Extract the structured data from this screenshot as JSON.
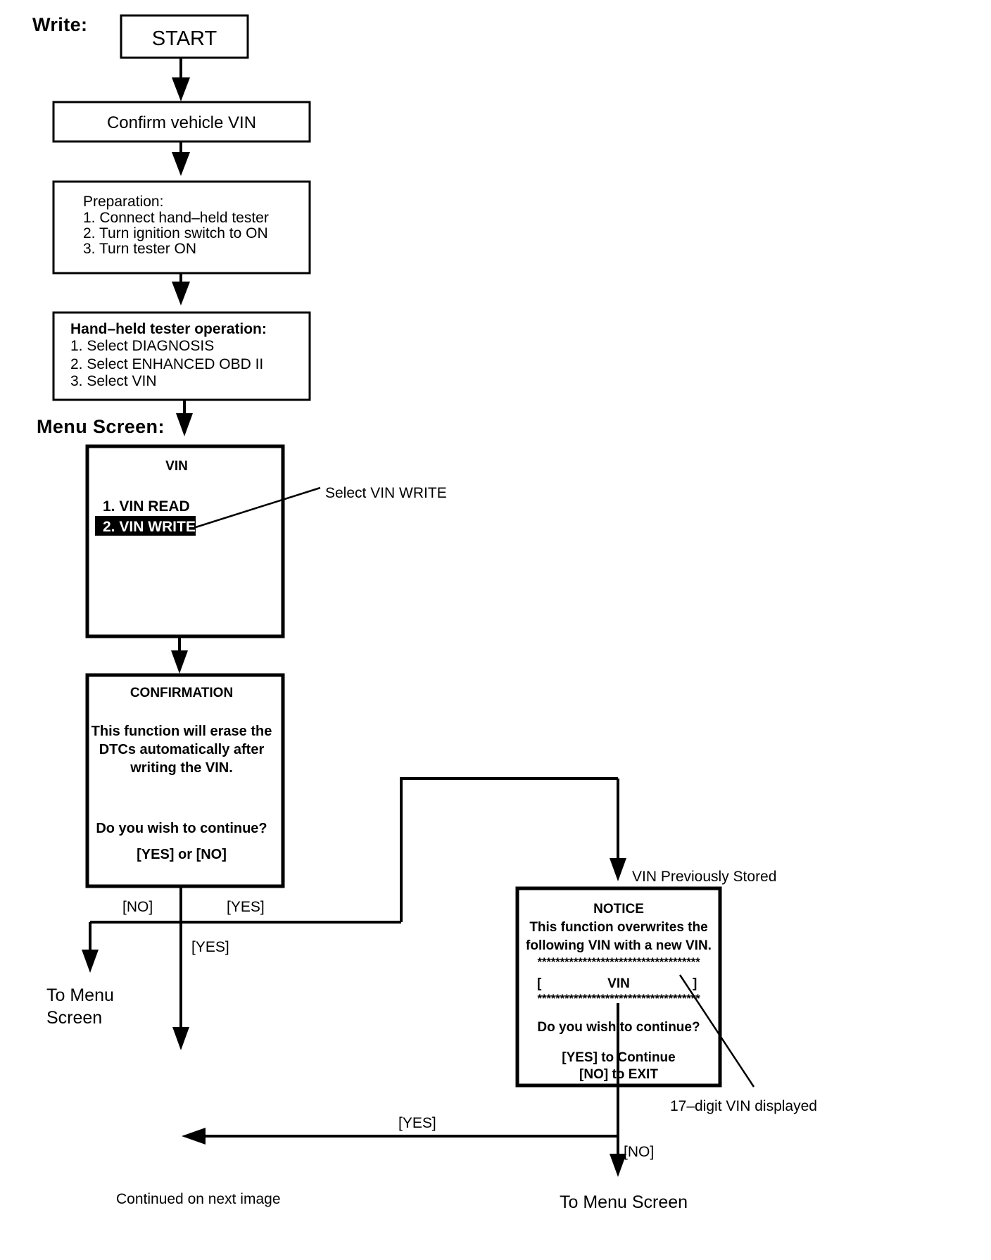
{
  "page": {
    "title": "VIN Write Procedure Flowchart",
    "section_label": "Write:",
    "menu_screen_label": "Menu Screen:"
  },
  "nodes": {
    "start": {
      "label": "START"
    },
    "confirm_vin": {
      "label": "Confirm vehicle VIN"
    },
    "preparation": {
      "heading": "Preparation:",
      "steps": [
        "1. Connect hand–held tester",
        "2. Turn ignition switch to ON",
        "3. Turn tester ON"
      ]
    },
    "tester_operation": {
      "heading": "Hand–held tester operation:",
      "steps": [
        "1. Select DIAGNOSIS",
        "2. Select ENHANCED OBD II",
        "3. Select VIN"
      ]
    },
    "vin_menu": {
      "title": "VIN",
      "items": [
        {
          "label": "1. VIN READ",
          "selected": false
        },
        {
          "label": "2. VIN WRITE",
          "selected": true
        }
      ]
    },
    "confirmation_screen": {
      "title": "CONFIRMATION",
      "lines": [
        "This function will erase the",
        "DTCs automatically after",
        "writing the VIN."
      ],
      "question": "Do you wish to continue?",
      "options": "[YES] or [NO]"
    },
    "notice_screen": {
      "title": "NOTICE",
      "lines": [
        "This function overwrites the",
        "following VIN with a new VIN."
      ],
      "divider": "************************************",
      "vin_open_bracket": "[",
      "vin_placeholder": "VIN",
      "vin_close_bracket": "]",
      "question": "Do you wish to continue?",
      "option_yes": "[YES] to Continue",
      "option_no": "[NO] to EXIT"
    }
  },
  "annotations": {
    "select_vin_write": "Select VIN WRITE",
    "vin_previously_stored": "VIN Previously Stored",
    "seventeen_digit_vin": "17–digit VIN displayed"
  },
  "edge_labels": {
    "confirm_no": "[NO]",
    "confirm_yes_right": "[YES]",
    "confirm_yes_down": "[YES]",
    "notice_yes": "[YES]",
    "notice_no": "[NO]"
  },
  "terminals": {
    "to_menu_screen_left_line1": "To Menu",
    "to_menu_screen_left_line2": "Screen",
    "continued": "Continued on next image",
    "to_menu_screen_right": "To Menu Screen"
  },
  "colors": {
    "ink": "#000000",
    "paper": "#ffffff",
    "highlight_bg": "#000000",
    "highlight_fg": "#ffffff"
  },
  "chart_data": {
    "type": "diagram",
    "title": "VIN Write Procedure Flowchart",
    "diagram_kind": "flowchart",
    "orientation": "top-to-bottom",
    "nodes": [
      {
        "id": "start",
        "kind": "terminator",
        "text": "START"
      },
      {
        "id": "confirm_vin",
        "kind": "process",
        "text": "Confirm vehicle VIN"
      },
      {
        "id": "preparation",
        "kind": "process",
        "text": "Preparation: 1. Connect hand–held tester; 2. Turn ignition switch to ON; 3. Turn tester ON"
      },
      {
        "id": "tester_operation",
        "kind": "process",
        "text": "Hand–held tester operation: 1. Select DIAGNOSIS; 2. Select ENHANCED OBD II; 3. Select VIN"
      },
      {
        "id": "vin_menu",
        "kind": "screen",
        "text": "VIN menu: 1. VIN READ / 2. VIN WRITE (selected)"
      },
      {
        "id": "confirmation_screen",
        "kind": "screen",
        "text": "CONFIRMATION – This function will erase the DTCs automatically after writing the VIN. Do you wish to continue? [YES] or [NO]"
      },
      {
        "id": "notice_screen",
        "kind": "screen",
        "text": "NOTICE – This function overwrites the following VIN with a new VIN. [ VIN ] Do you wish to continue? [YES] to Continue / [NO] to EXIT"
      },
      {
        "id": "to_menu_left",
        "kind": "terminator",
        "text": "To Menu Screen"
      },
      {
        "id": "continued",
        "kind": "terminator",
        "text": "Continued on next image"
      },
      {
        "id": "to_menu_right",
        "kind": "terminator",
        "text": "To Menu Screen"
      }
    ],
    "edges": [
      {
        "from": "start",
        "to": "confirm_vin",
        "label": ""
      },
      {
        "from": "confirm_vin",
        "to": "preparation",
        "label": ""
      },
      {
        "from": "preparation",
        "to": "tester_operation",
        "label": ""
      },
      {
        "from": "tester_operation",
        "to": "vin_menu",
        "label": ""
      },
      {
        "from": "vin_menu",
        "to": "confirmation_screen",
        "label": ""
      },
      {
        "from": "confirmation_screen",
        "to": "to_menu_left",
        "label": "[NO]"
      },
      {
        "from": "confirmation_screen",
        "to": "notice_screen",
        "label": "[YES]"
      },
      {
        "from": "confirmation_screen",
        "to": "continued",
        "label": "[YES]"
      },
      {
        "from": "notice_screen",
        "to": "continued",
        "label": "[YES]"
      },
      {
        "from": "notice_screen",
        "to": "to_menu_right",
        "label": "[NO]"
      }
    ],
    "annotations": [
      "Select VIN WRITE",
      "VIN Previously Stored",
      "17–digit VIN displayed"
    ]
  }
}
